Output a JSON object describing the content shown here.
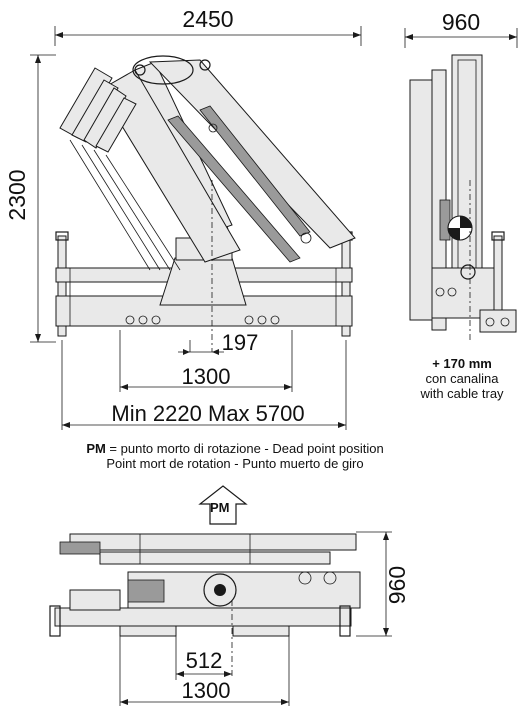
{
  "dimensions": {
    "front_width": "2450",
    "front_height": "2300",
    "side_width": "960",
    "rotation_offset": "197",
    "stabiliser_inner": "1300",
    "stabiliser_span": "Min 2220 Max 5700",
    "folded_height": "960",
    "folded_offset": "512",
    "folded_width": "1300"
  },
  "side_note": {
    "extra": "+ 170 mm",
    "it": "con canalina",
    "en": "with cable tray"
  },
  "legend": {
    "abbr": "PM",
    "line1_rest": " = punto morto di rotazione - Dead point position",
    "line2": "Point mort de rotation - Punto muerto de giro"
  },
  "arrow_label": "PM"
}
